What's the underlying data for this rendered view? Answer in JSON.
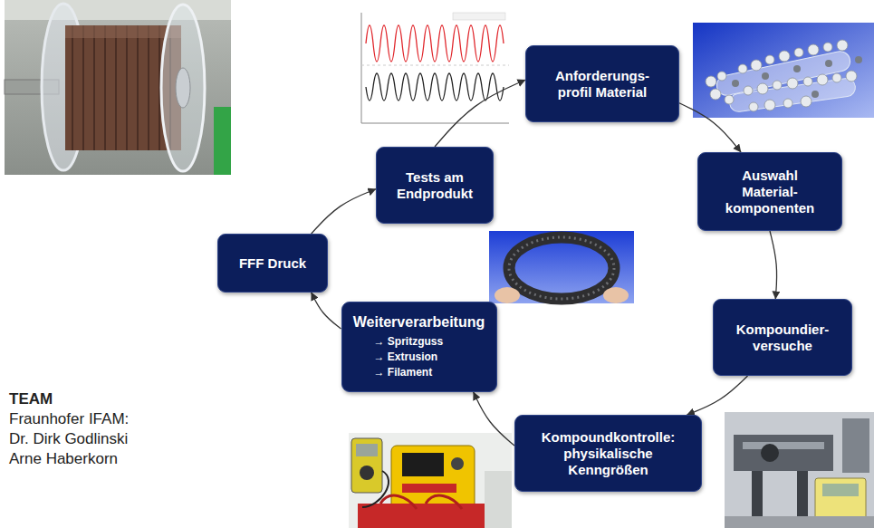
{
  "diagram": {
    "nodes": [
      {
        "text": [
          "Anforderungs- profil Material"
        ]
      },
      {
        "text": [
          "Auswahl Material- komponenten"
        ]
      },
      {
        "text": [
          "Kompoundier- versuche"
        ]
      },
      {
        "text": [
          "Kompoundkontrolle: physikalische Kenngrößen"
        ]
      },
      {
        "text": [
          "Weiterverarbeitung",
          "→ Spritzguss",
          "→ Extrusion",
          "→ Filament"
        ]
      },
      {
        "text": [
          "FFF Druck"
        ]
      },
      {
        "text": [
          "Tests am Endprodukt"
        ]
      }
    ],
    "edges": [
      {
        "from": 0,
        "to": 1,
        "arrow": "to"
      },
      {
        "from": 1,
        "to": 2,
        "arrow": "to"
      },
      {
        "from": 2,
        "to": 3,
        "arrow": "to"
      },
      {
        "from": 3,
        "to": 4,
        "arrow": "to"
      },
      {
        "from": 4,
        "to": 5,
        "arrow": "to"
      },
      {
        "from": 5,
        "to": 6,
        "arrow": "to"
      },
      {
        "from": 6,
        "to": 0,
        "arrow": "to"
      }
    ],
    "labels": [
      "TEAM",
      "Fraunhofer IFAM:",
      "Dr. Dirk Godlinski",
      "Arne Haberkorn"
    ]
  }
}
